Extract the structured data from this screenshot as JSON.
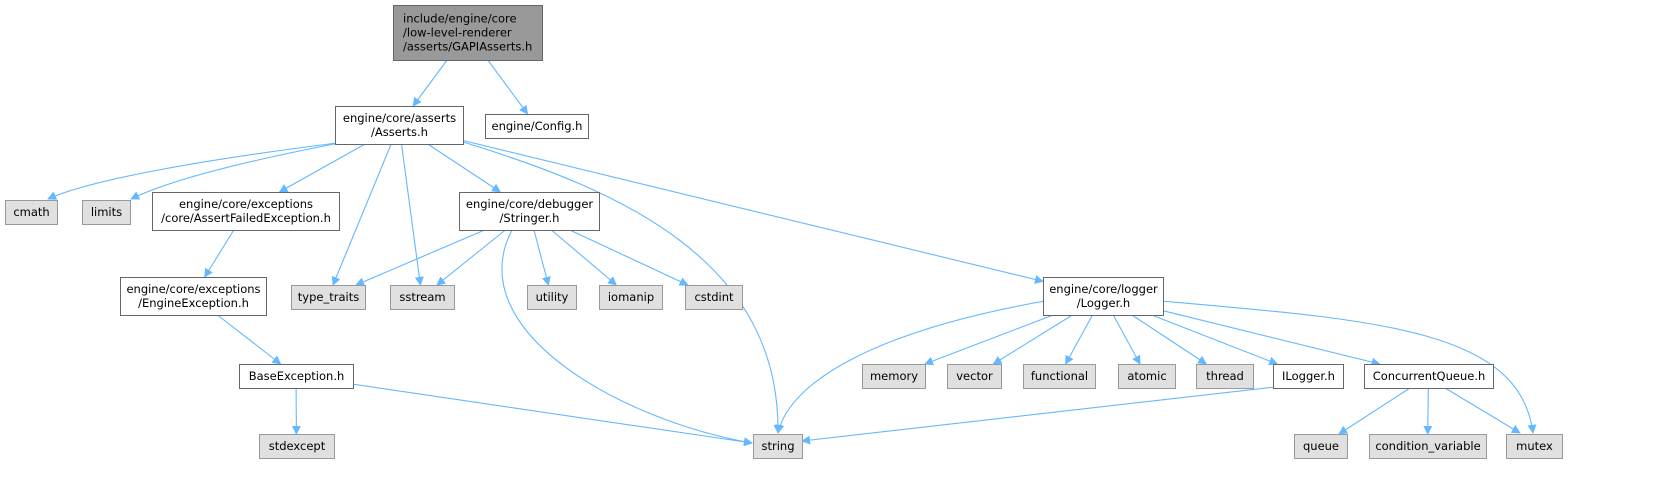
{
  "colors": {
    "root_fill": "#999999",
    "root_stroke": "#666666",
    "header_fill": "#ffffff",
    "header_stroke": "#666666",
    "system_fill": "#e0e0e0",
    "system_stroke": "#999999",
    "edge": "#63b8ff",
    "text": "#000000"
  },
  "nodes": {
    "root": {
      "lines": [
        "include/engine/core",
        "/low-level-renderer",
        "/asserts/GAPIAsserts.h"
      ],
      "kind": "root"
    },
    "asserts": {
      "lines": [
        "engine/core/asserts",
        "/Asserts.h"
      ],
      "kind": "header"
    },
    "config": {
      "lines": [
        "engine/Config.h"
      ],
      "kind": "header"
    },
    "cmath": {
      "lines": [
        "cmath"
      ],
      "kind": "system"
    },
    "limits": {
      "lines": [
        "limits"
      ],
      "kind": "system"
    },
    "assertfailed": {
      "lines": [
        "engine/core/exceptions",
        "/core/AssertFailedException.h"
      ],
      "kind": "header"
    },
    "stringer": {
      "lines": [
        "engine/core/debugger",
        "/Stringer.h"
      ],
      "kind": "header"
    },
    "logger": {
      "lines": [
        "engine/core/logger",
        "/Logger.h"
      ],
      "kind": "header"
    },
    "engineexception": {
      "lines": [
        "engine/core/exceptions",
        "/EngineException.h"
      ],
      "kind": "header"
    },
    "type_traits": {
      "lines": [
        "type_traits"
      ],
      "kind": "system"
    },
    "sstream": {
      "lines": [
        "sstream"
      ],
      "kind": "system"
    },
    "utility": {
      "lines": [
        "utility"
      ],
      "kind": "system"
    },
    "iomanip": {
      "lines": [
        "iomanip"
      ],
      "kind": "system"
    },
    "cstdint": {
      "lines": [
        "cstdint"
      ],
      "kind": "system"
    },
    "baseexception": {
      "lines": [
        "BaseException.h"
      ],
      "kind": "header"
    },
    "memory": {
      "lines": [
        "memory"
      ],
      "kind": "system"
    },
    "vector": {
      "lines": [
        "vector"
      ],
      "kind": "system"
    },
    "functional": {
      "lines": [
        "functional"
      ],
      "kind": "system"
    },
    "atomic": {
      "lines": [
        "atomic"
      ],
      "kind": "system"
    },
    "thread": {
      "lines": [
        "thread"
      ],
      "kind": "system"
    },
    "ilogger": {
      "lines": [
        "ILogger.h"
      ],
      "kind": "header"
    },
    "concurrentqueue": {
      "lines": [
        "ConcurrentQueue.h"
      ],
      "kind": "header"
    },
    "stdexcept": {
      "lines": [
        "stdexcept"
      ],
      "kind": "system"
    },
    "string": {
      "lines": [
        "string"
      ],
      "kind": "system"
    },
    "queue": {
      "lines": [
        "queue"
      ],
      "kind": "system"
    },
    "condition_variable": {
      "lines": [
        "condition_variable"
      ],
      "kind": "system"
    },
    "mutex": {
      "lines": [
        "mutex"
      ],
      "kind": "system"
    }
  },
  "edges": [
    [
      "root",
      "asserts"
    ],
    [
      "root",
      "config"
    ],
    [
      "asserts",
      "cmath"
    ],
    [
      "asserts",
      "limits"
    ],
    [
      "asserts",
      "assertfailed"
    ],
    [
      "asserts",
      "type_traits"
    ],
    [
      "asserts",
      "sstream"
    ],
    [
      "asserts",
      "stringer"
    ],
    [
      "asserts",
      "string"
    ],
    [
      "asserts",
      "logger"
    ],
    [
      "assertfailed",
      "engineexception"
    ],
    [
      "engineexception",
      "baseexception"
    ],
    [
      "baseexception",
      "stdexcept"
    ],
    [
      "baseexception",
      "string"
    ],
    [
      "stringer",
      "type_traits"
    ],
    [
      "stringer",
      "sstream"
    ],
    [
      "stringer",
      "string"
    ],
    [
      "stringer",
      "utility"
    ],
    [
      "stringer",
      "iomanip"
    ],
    [
      "stringer",
      "cstdint"
    ],
    [
      "logger",
      "string"
    ],
    [
      "logger",
      "memory"
    ],
    [
      "logger",
      "vector"
    ],
    [
      "logger",
      "functional"
    ],
    [
      "logger",
      "atomic"
    ],
    [
      "logger",
      "thread"
    ],
    [
      "logger",
      "ilogger"
    ],
    [
      "logger",
      "concurrentqueue"
    ],
    [
      "logger",
      "mutex"
    ],
    [
      "ilogger",
      "string"
    ],
    [
      "concurrentqueue",
      "queue"
    ],
    [
      "concurrentqueue",
      "condition_variable"
    ],
    [
      "concurrentqueue",
      "mutex"
    ]
  ]
}
